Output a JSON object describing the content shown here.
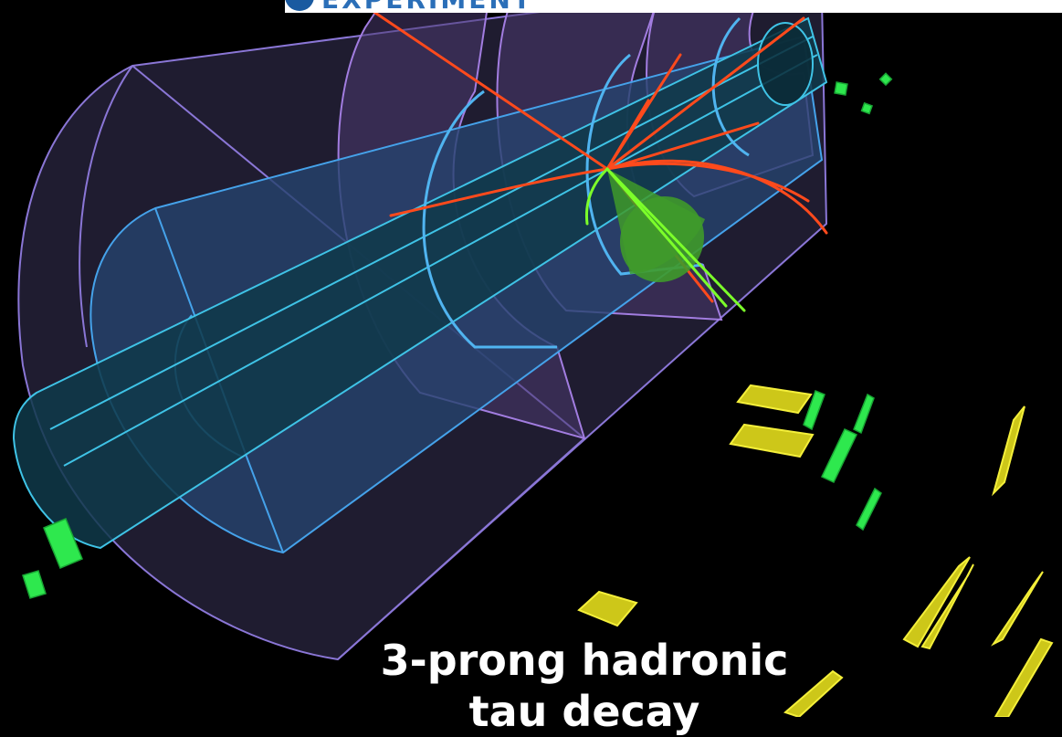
{
  "banner": {
    "text": "EXPERIMENT"
  },
  "caption": {
    "line1": "3-prong hadronic",
    "line2": "tau decay"
  },
  "colors": {
    "background": "#000000",
    "outer_detector": "#7e6cc9",
    "inner_detector": "#3b9be0",
    "tracks": "#ff4a1c",
    "tau_tracks": "#7cff2a",
    "tau_cone": "#3f9a2a",
    "calo_hits_green": "#2ee84e",
    "calo_hits_yellow": "#e8e21a"
  },
  "icons": [
    "atlas-detector-cutaway",
    "jet-cone",
    "particle-tracks",
    "calorimeter-hits"
  ]
}
